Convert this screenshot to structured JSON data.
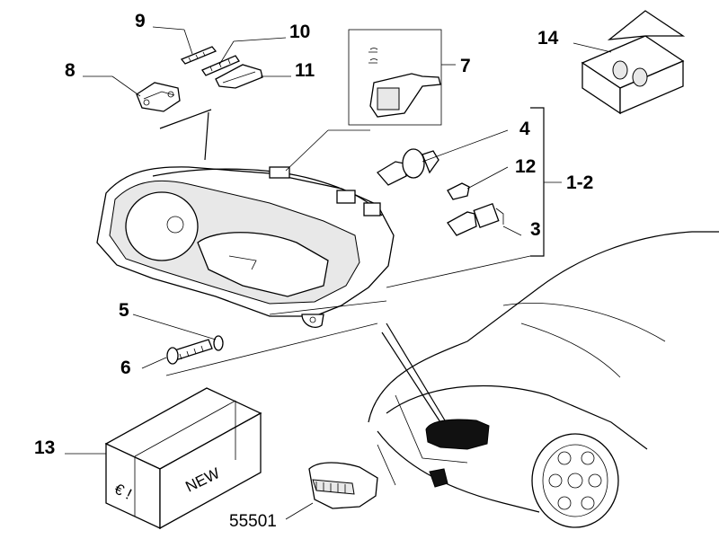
{
  "callouts": {
    "c1_2": "1-2",
    "c3": "3",
    "c4": "4",
    "c5": "5",
    "c6": "6",
    "c7": "7",
    "c8": "8",
    "c9": "9",
    "c10": "10",
    "c11": "11",
    "c12": "12",
    "c13": "13",
    "c14": "14"
  },
  "crate_labels": {
    "new": "NEW",
    "symbol": "€ !"
  },
  "drawing_code": "55501",
  "colors": {
    "ink": "#000000",
    "paper": "#ffffff"
  }
}
